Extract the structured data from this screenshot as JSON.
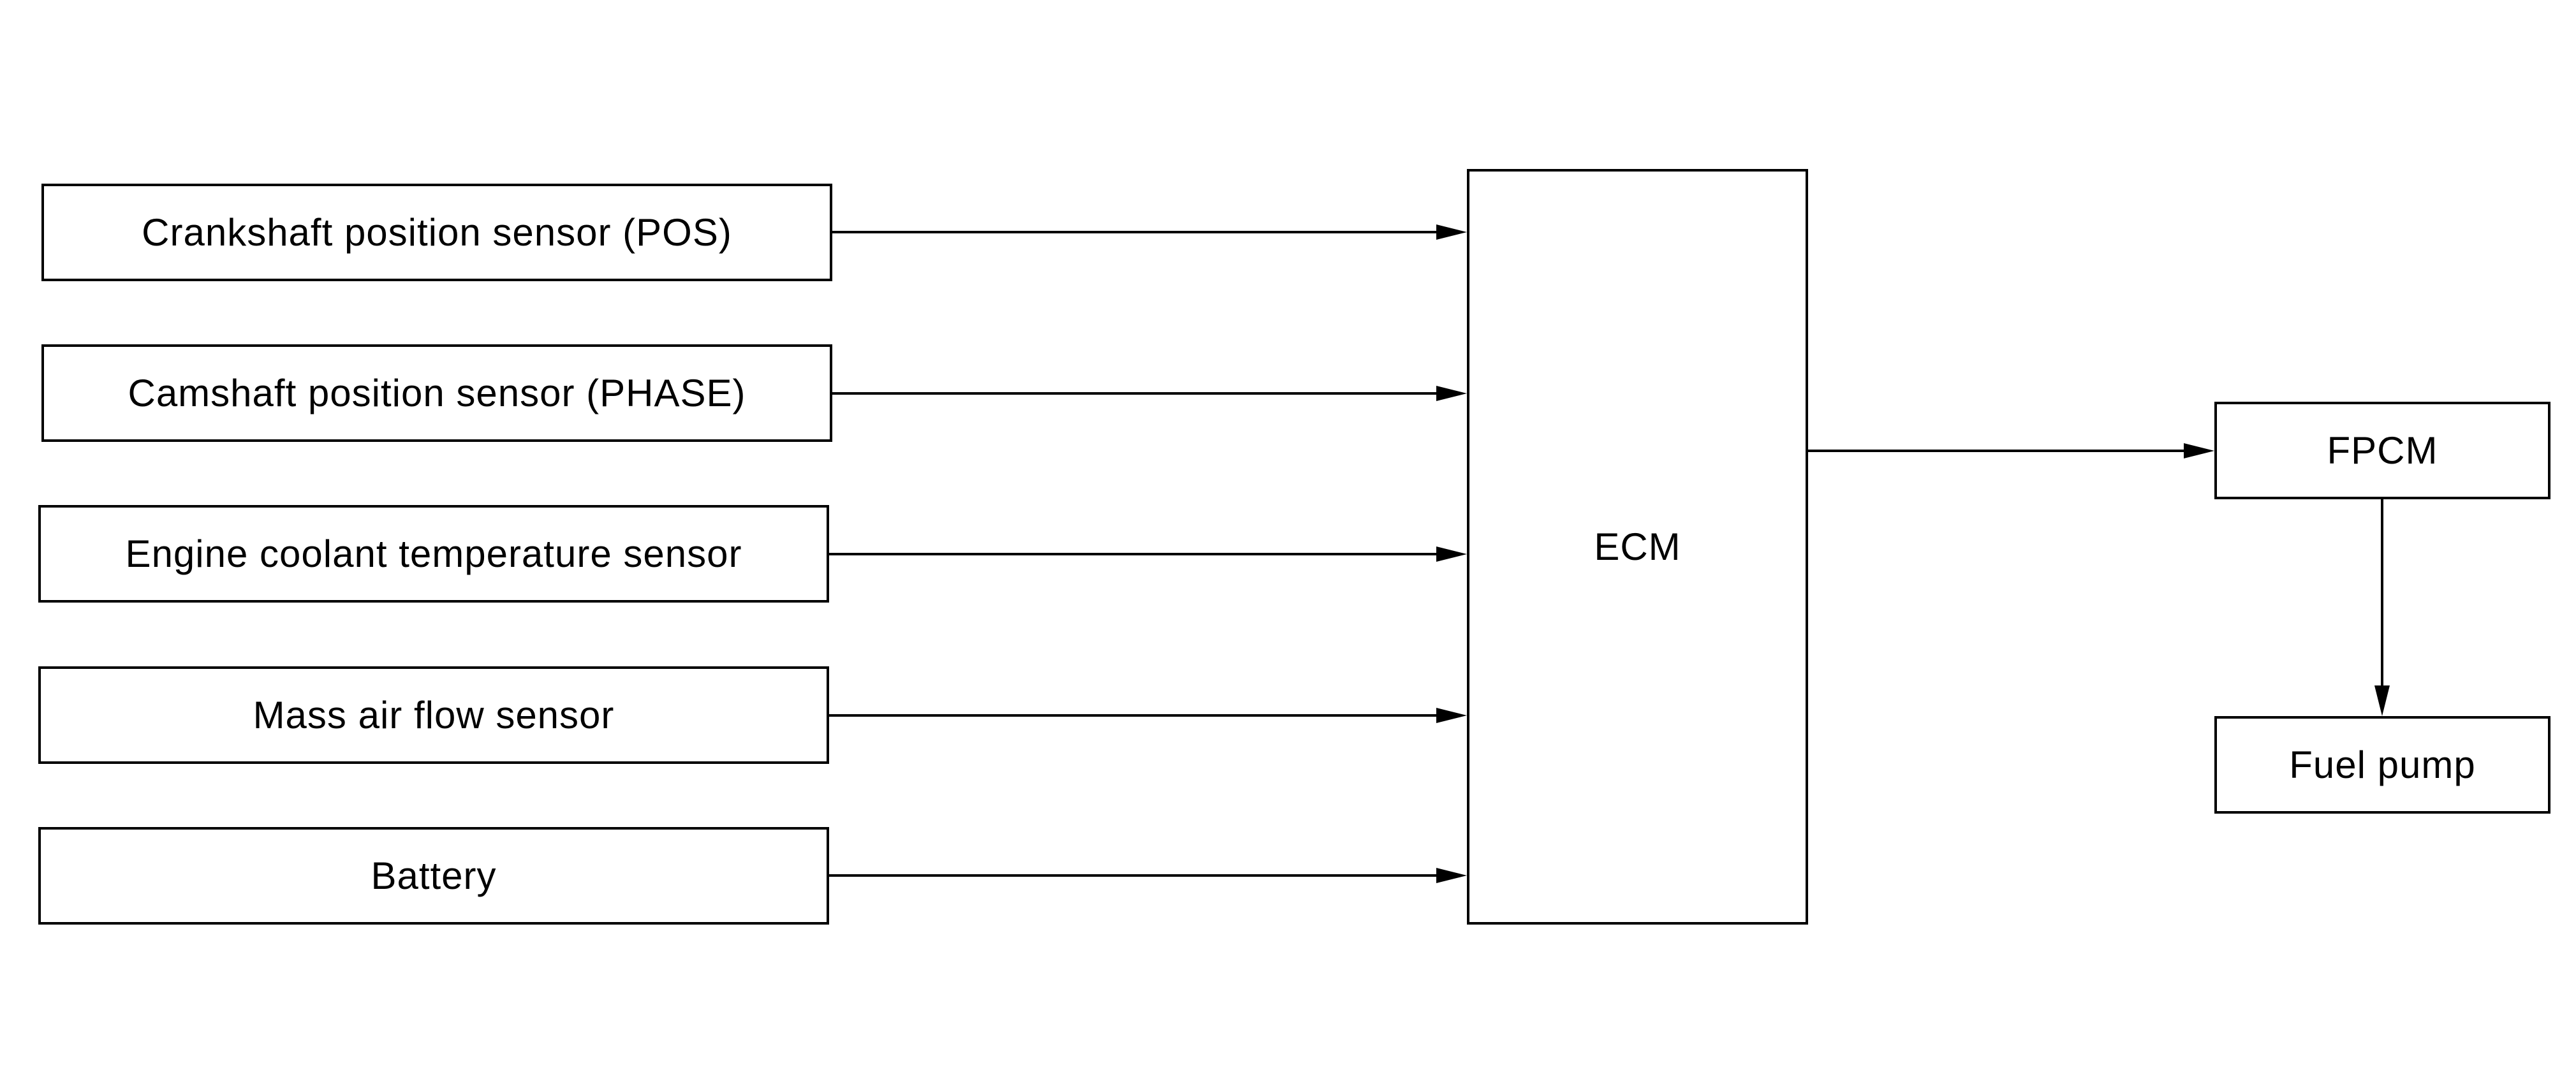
{
  "diagram": {
    "nodes": {
      "crankshaft_sensor": "Crankshaft position sensor (POS)",
      "camshaft_sensor": "Camshaft position sensor (PHASE)",
      "coolant_sensor": "Engine coolant temperature sensor",
      "maf_sensor": "Mass air flow sensor",
      "battery": "Battery",
      "ecm": "ECM",
      "fpcm": "FPCM",
      "fuel_pump": "Fuel pump"
    },
    "edges": [
      {
        "from": "Crankshaft position sensor (POS)",
        "to": "ECM"
      },
      {
        "from": "Camshaft position sensor (PHASE)",
        "to": "ECM"
      },
      {
        "from": "Engine coolant temperature sensor",
        "to": "ECM"
      },
      {
        "from": "Mass air flow sensor",
        "to": "ECM"
      },
      {
        "from": "Battery",
        "to": "ECM"
      },
      {
        "from": "ECM",
        "to": "FPCM"
      },
      {
        "from": "FPCM",
        "to": "Fuel pump"
      }
    ],
    "colors": {
      "line": "#000000",
      "background": "#ffffff"
    }
  }
}
